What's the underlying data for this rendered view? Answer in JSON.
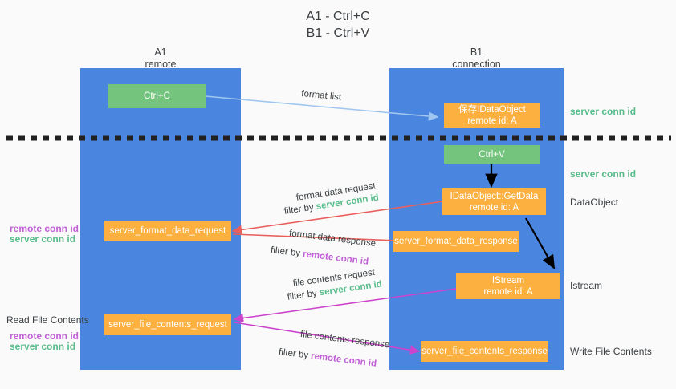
{
  "title": {
    "line1": "A1 - Ctrl+C",
    "line2": "B1 - Ctrl+V"
  },
  "lanes": {
    "left": {
      "name": "A1",
      "role": "remote"
    },
    "right": {
      "name": "B1",
      "role": "connection"
    }
  },
  "boxes": {
    "ctrl_c": "Ctrl+C",
    "ctrl_v": "Ctrl+V",
    "save_idataobject": {
      "line1": "保存IDataObject",
      "line2": "remote id: A"
    },
    "getdata": {
      "line1": "IDataObject::GetData",
      "line2": "remote id: A"
    },
    "istream": {
      "line1": "IStream",
      "line2": "remote id: A"
    },
    "server_format_data_request": "server_format_data_request",
    "server_format_data_response": "server_format_data_response",
    "server_file_contents_request": "server_file_contents_request",
    "server_file_contents_response": "server_file_contents_response"
  },
  "arrow_labels": {
    "format_list": "format list",
    "format_data_request": "format data request",
    "format_data_request_filter_prefix": "filter by ",
    "format_data_request_filter_key": "server conn id",
    "format_data_response": "format data response",
    "format_data_response_filter_prefix": "filter by ",
    "format_data_response_filter_key": "remote conn id",
    "file_contents_request": "file contents request",
    "file_contents_request_filter_prefix": "filter by ",
    "file_contents_request_filter_key": "server conn id",
    "file_contents_response": "file contents response",
    "file_contents_response_filter_prefix": "filter by ",
    "file_contents_response_filter_key": "remote conn id"
  },
  "right_notes": {
    "server_conn_id_1": "server conn id",
    "server_conn_id_2": "server conn id",
    "dataobject": "DataObject",
    "istream": "Istream",
    "write_file_contents": "Write File Contents"
  },
  "left_notes": {
    "remote_conn_id_1": "remote conn id",
    "server_conn_id_1": "server conn id",
    "read_file_contents": "Read File Contents",
    "remote_conn_id_2": "remote conn id",
    "server_conn_id_2": "server conn id"
  },
  "colors": {
    "lane": "#4a86e0",
    "green_box": "#74c47e",
    "orange_box": "#fbb040",
    "green_text": "#57bb8a",
    "purple_text": "#c05fd6",
    "light_blue_arrow": "#9fc6ef",
    "red_arrow": "#e8605d",
    "magenta_arrow": "#cc43cc",
    "black_arrow": "#000000",
    "background": "#fafafa"
  }
}
